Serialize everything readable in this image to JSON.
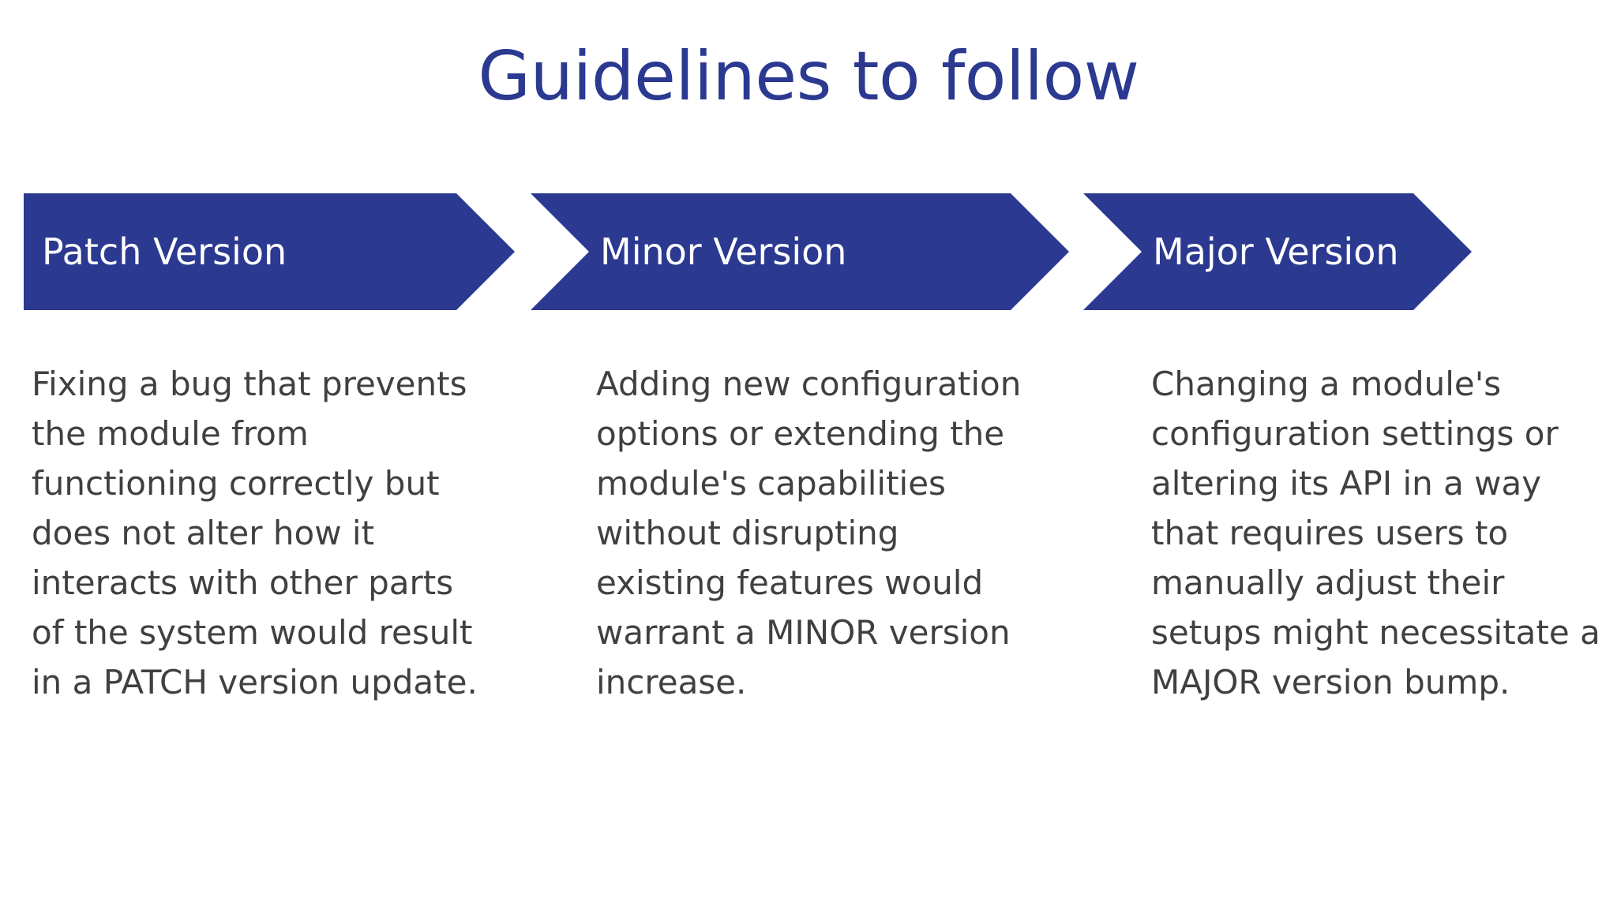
{
  "title": "Guidelines to follow",
  "theme": {
    "accent_blue": "#2b3990",
    "title_color": "#2b3990",
    "body_text_color": "#404040",
    "chevron_label_color": "#ffffff",
    "background": "#ffffff"
  },
  "steps": [
    {
      "label": "Patch Version",
      "body": "Fixing a bug that prevents the module from functioning correctly but does not alter how it interacts with other parts of the system would result in a PATCH version update."
    },
    {
      "label": "Minor Version",
      "body": "Adding new configuration options or extending the module's capabilities without disrupting existing features would warrant a MINOR version increase."
    },
    {
      "label": "Major Version",
      "body": "Changing a module's configuration settings or altering its API in a way that requires users to manually adjust their setups might necessitate a MAJOR version bump."
    }
  ]
}
